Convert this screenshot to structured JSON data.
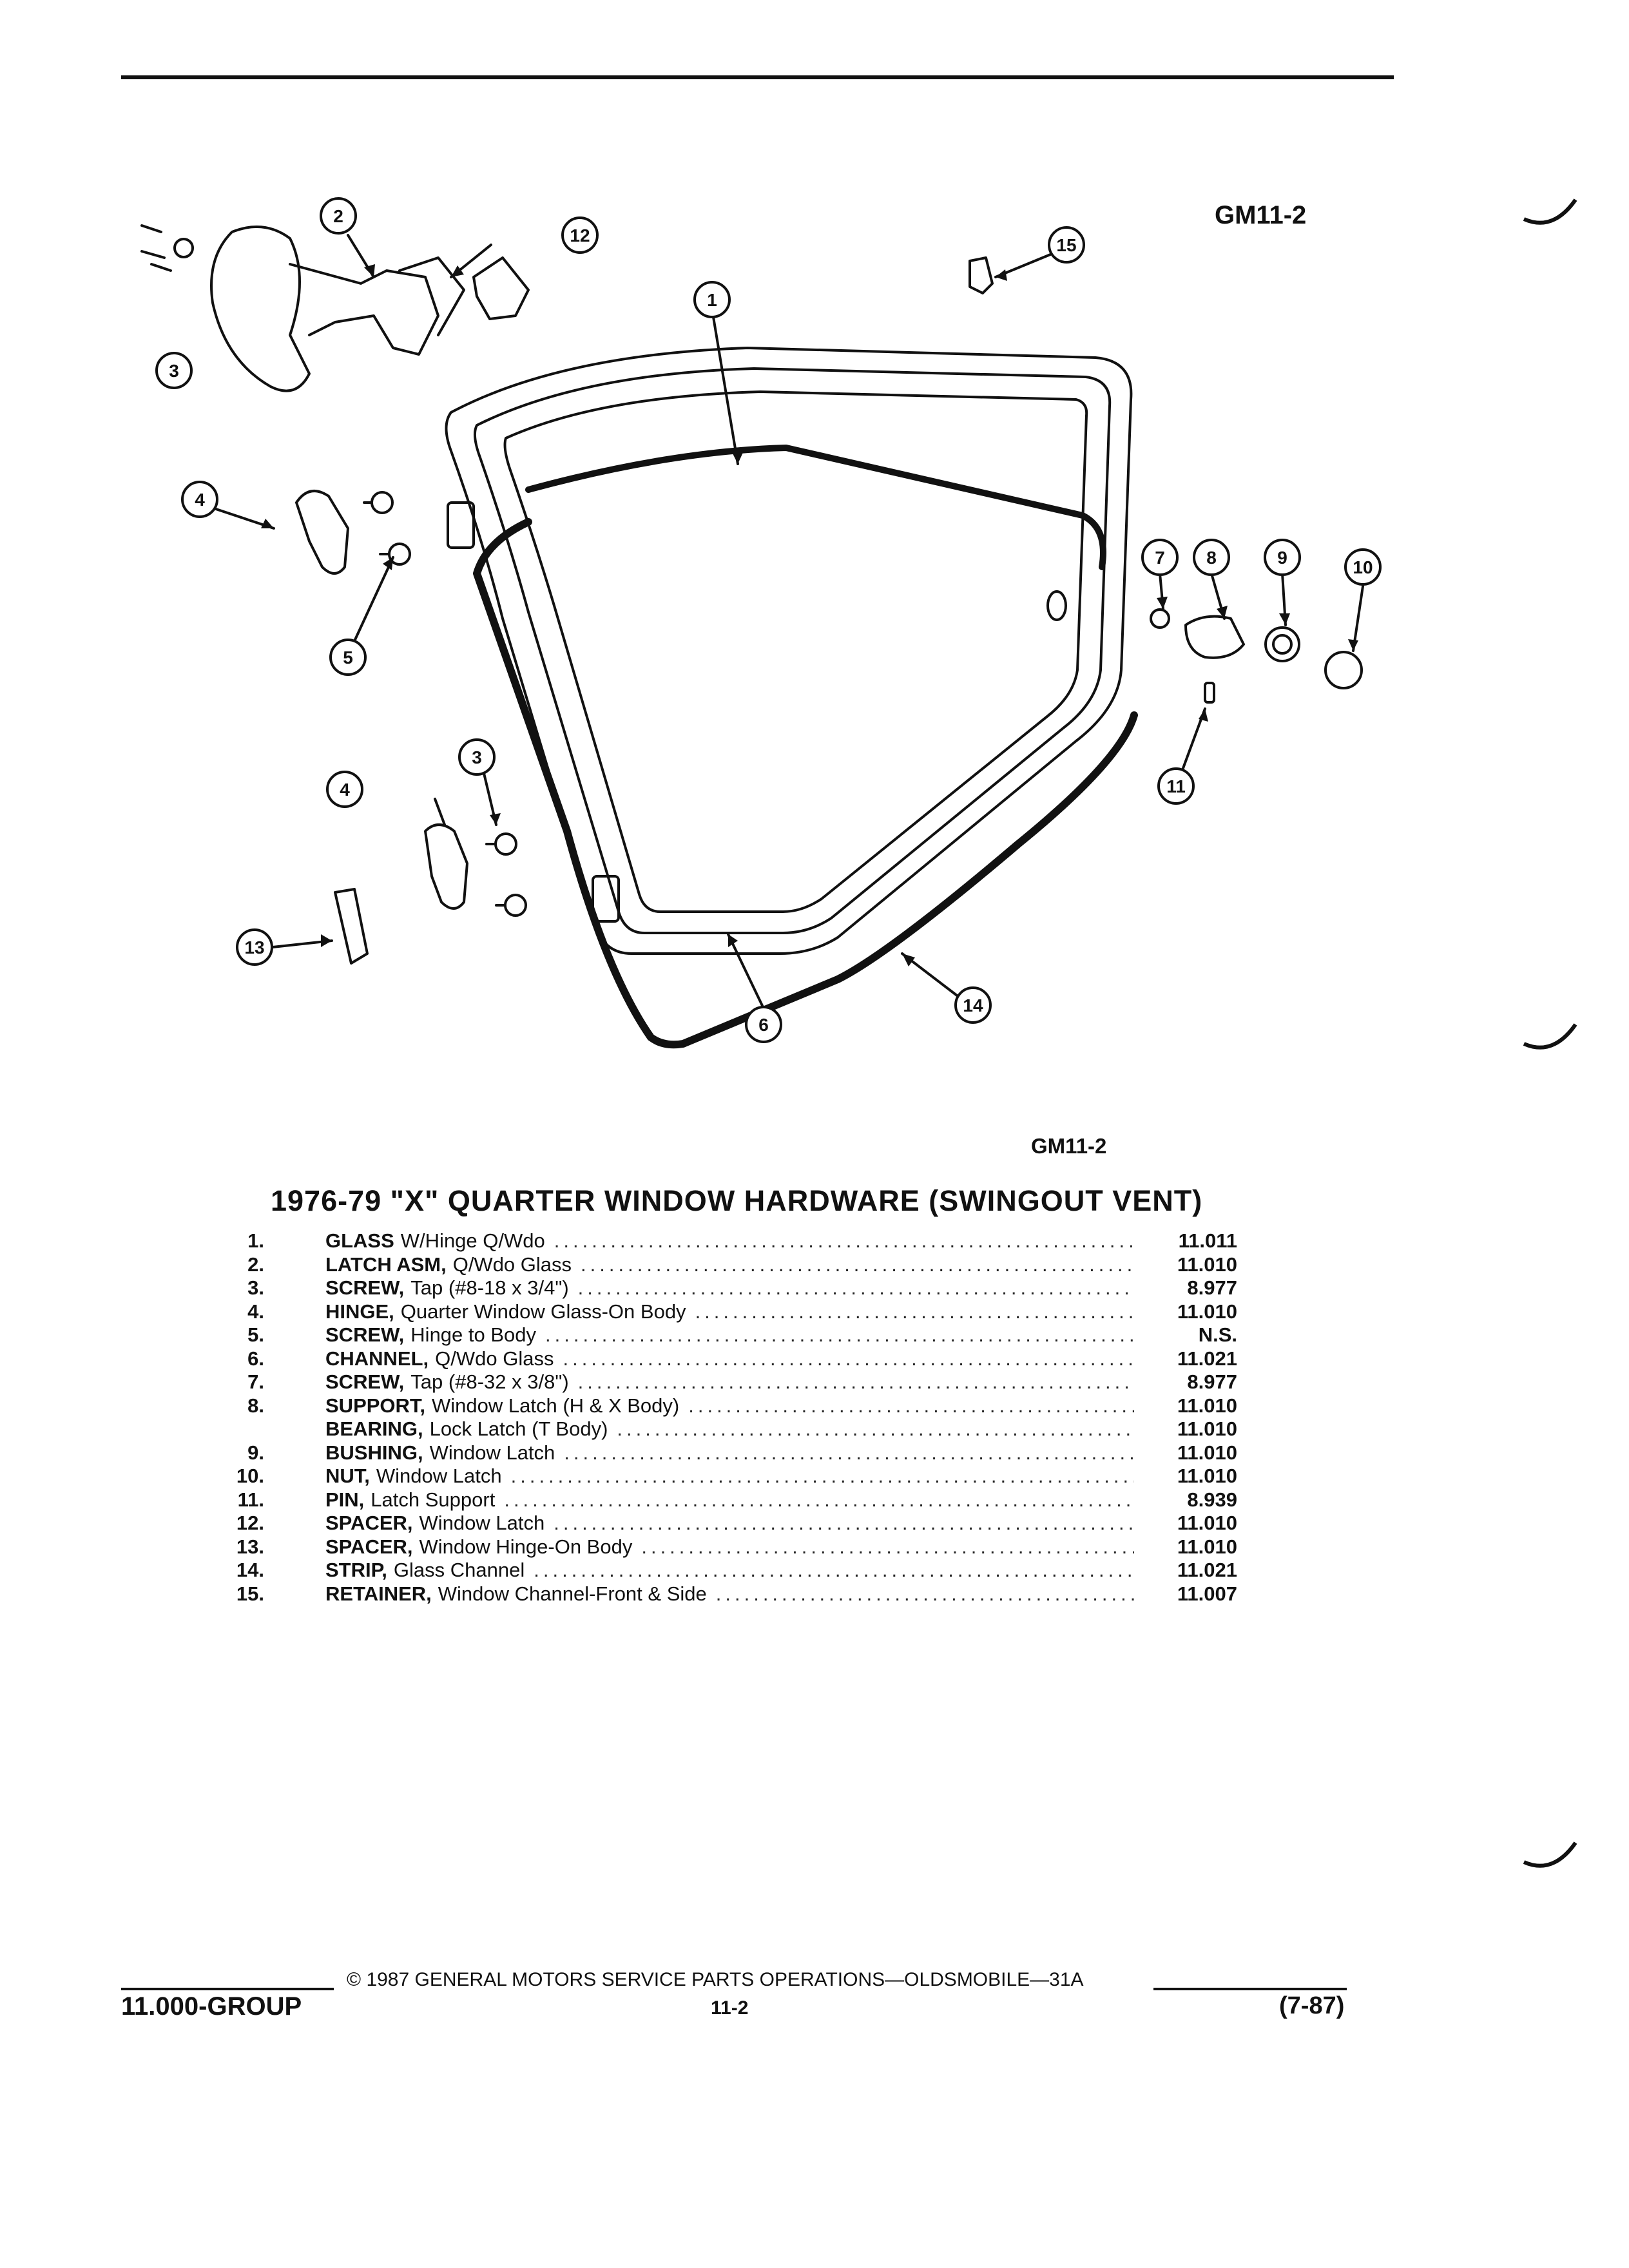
{
  "header": {
    "figure_id_top": "GM11-2",
    "figure_id_mid": "GM11-2"
  },
  "callouts": [
    "1",
    "2",
    "3",
    "3",
    "4",
    "4",
    "5",
    "6",
    "7",
    "8",
    "9",
    "10",
    "11",
    "12",
    "13",
    "14",
    "15"
  ],
  "title": "1976-79 \"X\" QUARTER WINDOW HARDWARE (SWINGOUT VENT)",
  "parts": [
    {
      "num": "1.",
      "name": "GLASS",
      "rest": "W/Hinge Q/Wdo",
      "code": "11.011"
    },
    {
      "num": "2.",
      "name": "LATCH ASM,",
      "rest": "Q/Wdo Glass",
      "code": "11.010"
    },
    {
      "num": "3.",
      "name": "SCREW,",
      "rest": "Tap (#8-18 x 3/4\")",
      "code": "8.977"
    },
    {
      "num": "4.",
      "name": "HINGE,",
      "rest": "Quarter Window Glass-On Body",
      "code": "11.010"
    },
    {
      "num": "5.",
      "name": "SCREW,",
      "rest": "Hinge to Body",
      "code": "N.S."
    },
    {
      "num": "6.",
      "name": "CHANNEL,",
      "rest": "Q/Wdo Glass",
      "code": "11.021"
    },
    {
      "num": "7.",
      "name": "SCREW,",
      "rest": "Tap (#8-32 x 3/8\")",
      "code": "8.977"
    },
    {
      "num": "8.",
      "name": "SUPPORT,",
      "rest": "Window Latch (H & X Body)",
      "code": "11.010"
    },
    {
      "num": "",
      "name": "BEARING,",
      "rest": "Lock Latch (T Body)",
      "code": "11.010"
    },
    {
      "num": "9.",
      "name": "BUSHING,",
      "rest": "Window Latch",
      "code": "11.010"
    },
    {
      "num": "10.",
      "name": "NUT,",
      "rest": "Window Latch",
      "code": "11.010"
    },
    {
      "num": "11.",
      "name": "PIN,",
      "rest": "Latch Support",
      "code": "8.939"
    },
    {
      "num": "12.",
      "name": "SPACER,",
      "rest": "Window Latch",
      "code": "11.010"
    },
    {
      "num": "13.",
      "name": "SPACER,",
      "rest": "Window Hinge-On Body",
      "code": "11.010"
    },
    {
      "num": "14.",
      "name": "STRIP,",
      "rest": "Glass Channel",
      "code": "11.021"
    },
    {
      "num": "15.",
      "name": "RETAINER,",
      "rest": "Window Channel-Front & Side",
      "code": "11.007"
    }
  ],
  "footer": {
    "copyright": "© 1987 GENERAL MOTORS SERVICE PARTS OPERATIONS—OLDSMOBILE—31A",
    "group": "11.000-GROUP",
    "page": "11-2",
    "date": "(7-87)"
  }
}
